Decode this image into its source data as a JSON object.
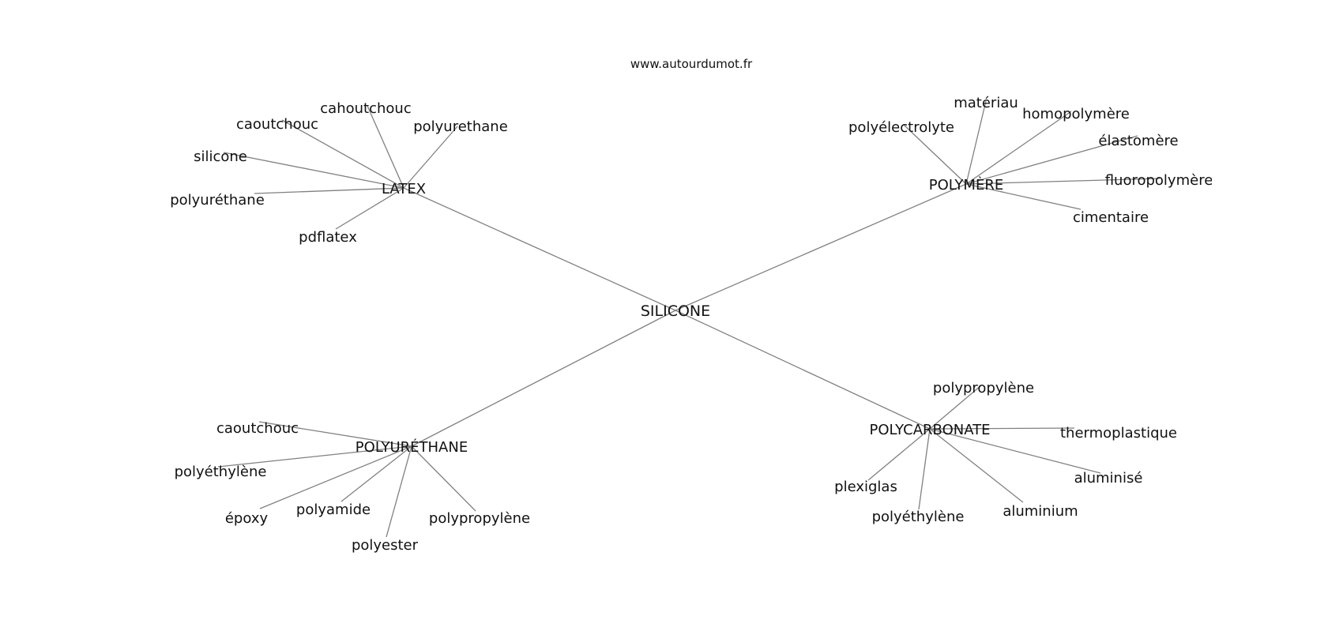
{
  "source_url": "www.autourdumot.fr",
  "center": {
    "id": "silicone",
    "label": "SILICONE"
  },
  "clusters": [
    {
      "id": "latex",
      "label": "LATEX",
      "leaves": [
        {
          "id": "latex-caoutchouc",
          "label": "caoutchouc"
        },
        {
          "id": "latex-cahoutchouc",
          "label": "cahoutchouc"
        },
        {
          "id": "latex-polyurethane",
          "label": "polyurethane"
        },
        {
          "id": "latex-silicone",
          "label": "silicone"
        },
        {
          "id": "latex-polyurethane-accent",
          "label": "polyuréthane"
        },
        {
          "id": "latex-pdflatex",
          "label": "pdflatex"
        }
      ]
    },
    {
      "id": "polymere",
      "label": "POLYMÈRE",
      "leaves": [
        {
          "id": "polymere-materiau",
          "label": "matériau"
        },
        {
          "id": "polymere-homopolymere",
          "label": "homopolymère"
        },
        {
          "id": "polymere-polyelectrolyte",
          "label": "polyélectrolyte"
        },
        {
          "id": "polymere-elastomere",
          "label": "élastomère"
        },
        {
          "id": "polymere-fluoropolymere",
          "label": "fluoropolymère"
        },
        {
          "id": "polymere-cimentaire",
          "label": "cimentaire"
        }
      ]
    },
    {
      "id": "polyurethane",
      "label": "POLYURÉTHANE",
      "leaves": [
        {
          "id": "pu-caoutchouc",
          "label": "caoutchouc"
        },
        {
          "id": "pu-polyethylene",
          "label": "polyéthylène"
        },
        {
          "id": "pu-epoxy",
          "label": "époxy"
        },
        {
          "id": "pu-polyamide",
          "label": "polyamide"
        },
        {
          "id": "pu-polypropylene",
          "label": "polypropylène"
        },
        {
          "id": "pu-polyester",
          "label": "polyester"
        }
      ]
    },
    {
      "id": "polycarbonate",
      "label": "POLYCARBONATE",
      "leaves": [
        {
          "id": "pc-polypropylene",
          "label": "polypropylène"
        },
        {
          "id": "pc-thermoplastique",
          "label": "thermoplastique"
        },
        {
          "id": "pc-aluminise",
          "label": "aluminisé"
        },
        {
          "id": "pc-plexiglas",
          "label": "plexiglas"
        },
        {
          "id": "pc-polyethylene",
          "label": "polyéthylène"
        },
        {
          "id": "pc-aluminium",
          "label": "aluminium"
        }
      ]
    }
  ]
}
